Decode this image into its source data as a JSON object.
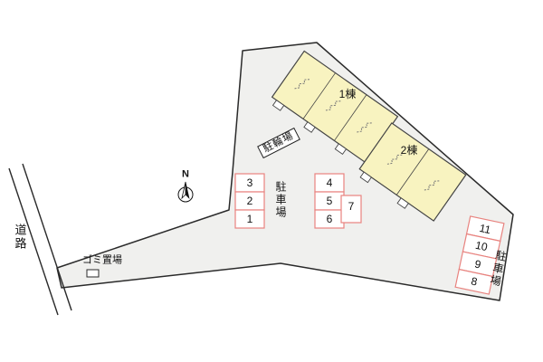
{
  "labels": {
    "road": "道路",
    "garbage_area": "ゴミ置場",
    "bicycle_parking": "駐輪場",
    "parking_center": "駐車場",
    "parking_right": "駐車場",
    "building_1": "1棟",
    "building_2": "2棟",
    "north": "N"
  },
  "parking_spaces": {
    "left_column": [
      "3",
      "2",
      "1"
    ],
    "center_column": [
      "4",
      "5",
      "6"
    ],
    "standalone": "7",
    "right_column": [
      "11",
      "10",
      "9",
      "8"
    ]
  },
  "colors": {
    "lot_fill": "#f0f0ee",
    "building_fill": "#f8f3c0",
    "parking_stroke": "#e8837f",
    "outline": "#2a2a2a"
  }
}
